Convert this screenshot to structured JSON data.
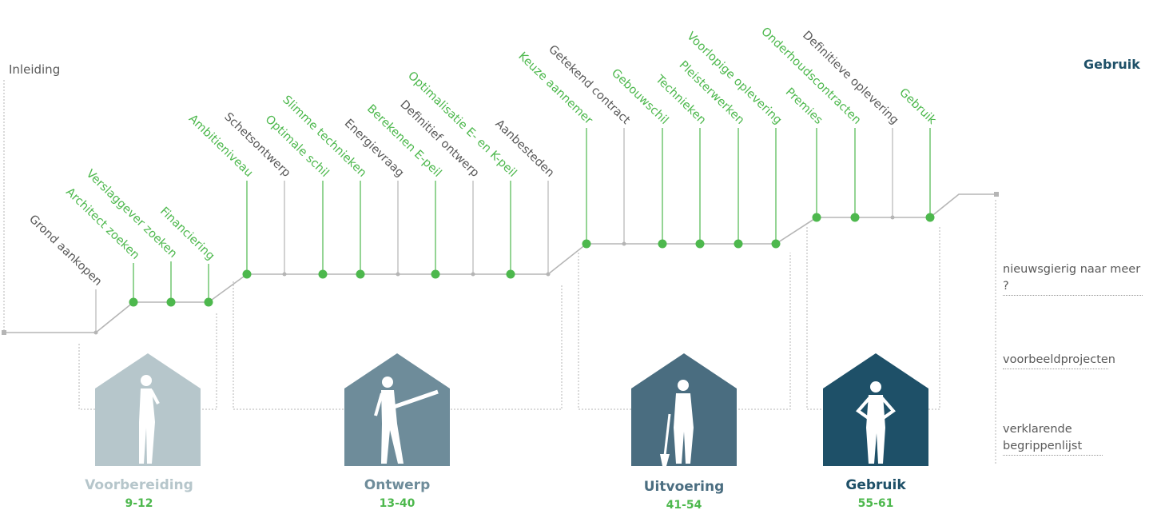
{
  "intro_label": "Inleiding",
  "header_right": "Gebruik",
  "colors": {
    "green": "#4db84d",
    "grey_line": "#b5b5b5",
    "grey_text": "#595959",
    "voorbereiding": "#b6c6cb",
    "ontwerp": "#6e8c9a",
    "uitvoering": "#4a6d80",
    "gebruik": "#1e5068"
  },
  "milestones": [
    {
      "label": "Grond aankopen",
      "highlight": false
    },
    {
      "label": "Architect zoeken",
      "highlight": true
    },
    {
      "label": "Verslaggever zoeken",
      "highlight": true
    },
    {
      "label": "Financiering",
      "highlight": true
    },
    {
      "label": "Ambitieniveau",
      "highlight": true
    },
    {
      "label": "Schetsontwerp",
      "highlight": false
    },
    {
      "label": "Optimale schil",
      "highlight": true
    },
    {
      "label": "Slimme technieken",
      "highlight": true
    },
    {
      "label": "Energievraag",
      "highlight": false
    },
    {
      "label": "Berekenen E-peil",
      "highlight": true
    },
    {
      "label": "Definitief ontwerp",
      "highlight": false
    },
    {
      "label": "Optimalisatie E- en K-peil",
      "highlight": true
    },
    {
      "label": "Aanbesteden",
      "highlight": false
    },
    {
      "label": "Keuze aannemer",
      "highlight": true
    },
    {
      "label": "Getekend contract",
      "highlight": false
    },
    {
      "label": "Gebouwschil",
      "highlight": true
    },
    {
      "label": "Technieken",
      "highlight": true
    },
    {
      "label": "Pleisterwerken",
      "highlight": true
    },
    {
      "label": "Voorlopige oplevering",
      "highlight": true
    },
    {
      "label": "Premies",
      "highlight": true
    },
    {
      "label": "Onderhoudscontracten",
      "highlight": true
    },
    {
      "label": "Definitieve oplevering",
      "highlight": false
    },
    {
      "label": "Gebruik",
      "highlight": true
    }
  ],
  "phases": [
    {
      "name": "Voorbereiding",
      "pages": "9-12",
      "color_key": "voorbereiding",
      "icon": "thinking-person-icon"
    },
    {
      "name": "Ontwerp",
      "pages": "13-40",
      "color_key": "ontwerp",
      "icon": "surveyor-person-icon"
    },
    {
      "name": "Uitvoering",
      "pages": "41-54",
      "color_key": "uitvoering",
      "icon": "builder-with-shovel-icon"
    },
    {
      "name": "Gebruik",
      "pages": "55-61",
      "color_key": "gebruik",
      "icon": "homeowner-hands-on-hips-icon"
    }
  ],
  "right_links": [
    {
      "label": "nieuwsgierig naar meer ?"
    },
    {
      "label": "voorbeeldprojecten"
    },
    {
      "label": "verklarende begrippenlijst"
    }
  ]
}
